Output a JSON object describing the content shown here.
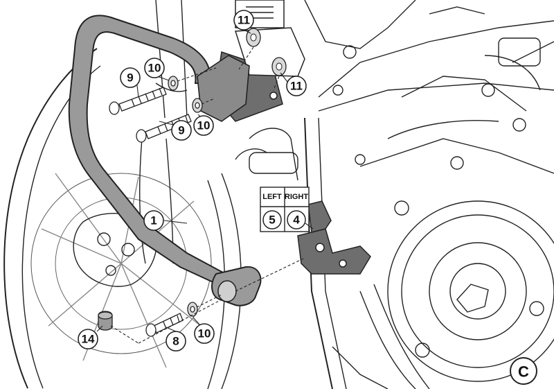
{
  "diagram": {
    "panel_letter": "C",
    "callouts": {
      "c1": "1",
      "c9a": "9",
      "c10a": "10",
      "c9b": "9",
      "c10b": "10",
      "c11a": "11",
      "c11b": "11",
      "c8": "8",
      "c10c": "10",
      "c14": "14"
    },
    "side_table": {
      "left_label": "LEFT",
      "right_label": "RIGHT",
      "left_part": "5",
      "right_part": "4"
    },
    "colors": {
      "line": "#222222",
      "guard_fill": "#9a9a9a",
      "bracket_fill": "#6e6e6e",
      "callout_fill": "#ffffff"
    }
  }
}
